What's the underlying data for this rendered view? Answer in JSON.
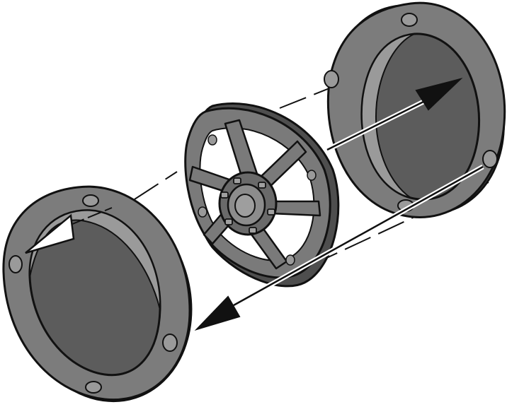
{
  "diagram": {
    "kind": "exploded-assembly-illustration",
    "parts": [
      "front-ring",
      "spoked-hub-plate",
      "rear-ring"
    ],
    "arrows": [
      "assembly-arrow-right",
      "assembly-arrow-left"
    ],
    "colors": {
      "part_fill": "#7a7a7a",
      "part_dark": "#505050",
      "part_light": "#a0a0a0",
      "outline": "#111111",
      "background": "#ffffff",
      "arrow_head": "#111111"
    }
  }
}
